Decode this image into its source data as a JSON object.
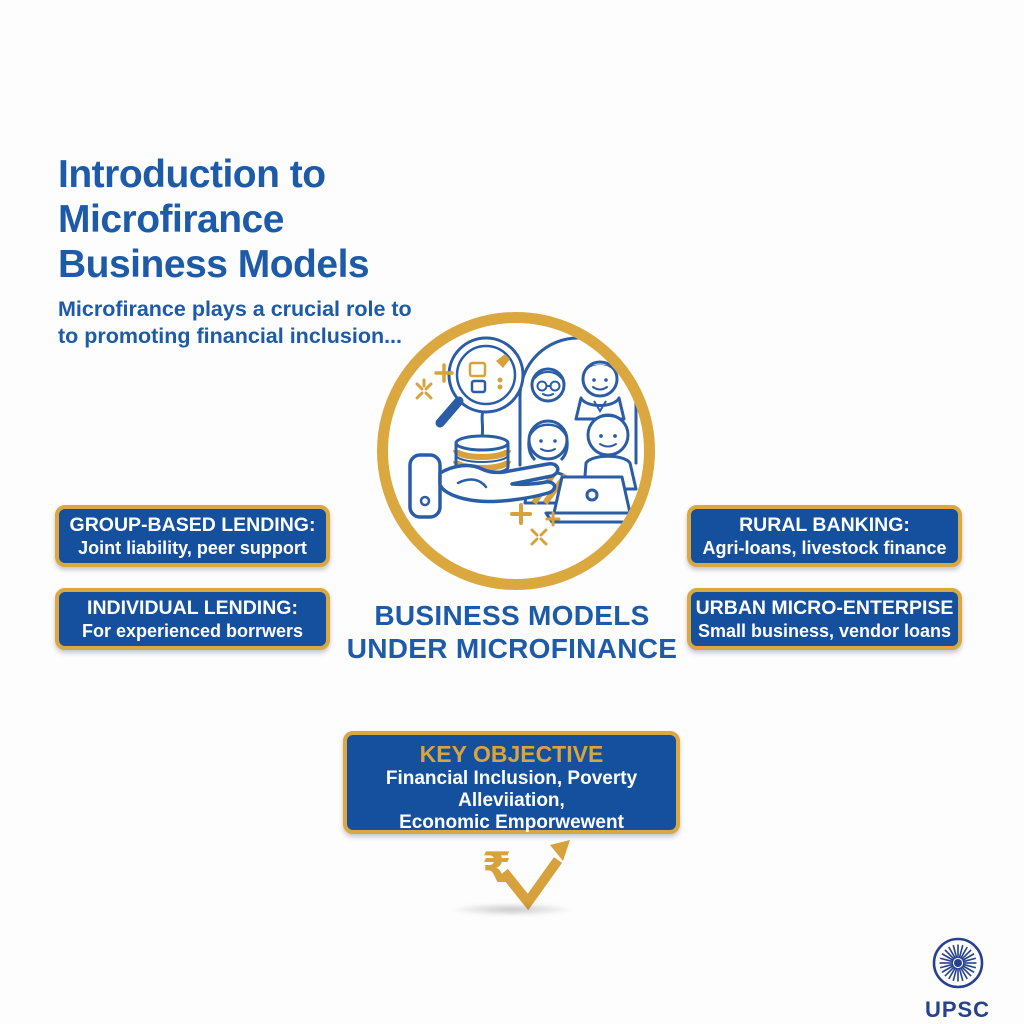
{
  "header": {
    "title_lines": [
      "Introduction to",
      "Microfirance",
      "Business Models"
    ],
    "subtitle_lines": [
      "Microfirance plays a crucial role to",
      "to promoting financial inclusion..."
    ]
  },
  "center": {
    "caption_line1": "BUSINESS MODELS",
    "caption_line2": "UNDER MICROFINANCE",
    "illustration": "hand-offering-coin-stack-with-sprout-magnifier-family-and-laptop"
  },
  "model_boxes": [
    {
      "title": "GROUP-BASED LENDING:",
      "subtitle": "Joint liability, peer support"
    },
    {
      "title": "INDIVIDUAL LENDING:",
      "subtitle": "For experienced borrwers"
    },
    {
      "title": "RURAL BANKING:",
      "subtitle": "Agri-loans, livestock finance"
    },
    {
      "title": "URBAN MICRO-ENTERPISE",
      "subtitle": "Small business, vendor loans"
    }
  ],
  "key_objective": {
    "title": "KEY OBJECTIVE",
    "lines": [
      "Financial Inclusion, Poverty",
      "Alleviiation,",
      "Economic Emporwewent"
    ]
  },
  "rupee_icon": {
    "symbol": "₹"
  },
  "footer": {
    "brand": "UPSC"
  },
  "icons": {
    "center_circle": "microfinance-illustration",
    "bottom": "rupee-growth-arrow-icon",
    "logo": "ashoka-chakra-icon"
  },
  "colors": {
    "primary_blue": "#1D5AA7",
    "line_art_blue": "#2B5CA6",
    "box_blue": "#15509F",
    "gold": "#D7A13B",
    "border_gold": "#DBA840",
    "upsc_blue": "#27418F",
    "background": "#FDFDFD",
    "text_white": "#FFFFFF"
  }
}
